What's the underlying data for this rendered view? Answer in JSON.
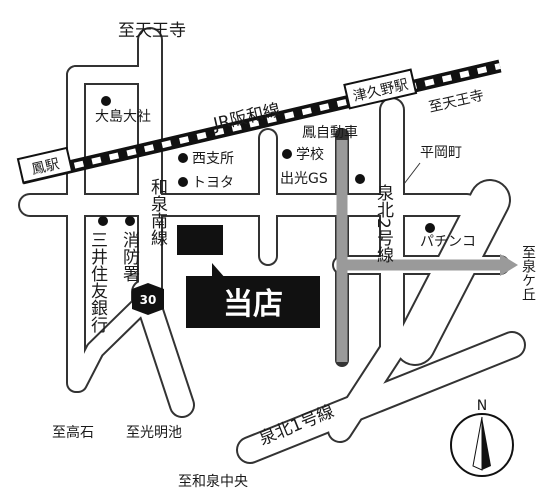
{
  "labels": {
    "top_destination": "至天王寺",
    "railway": "JR阪和線",
    "station_west": "鳳駅",
    "station_east": "津久野駅",
    "dest_east_rail": "至天王寺",
    "shrine": "大島大社",
    "nishishi": "西支所",
    "school": "学校",
    "toyota": "トヨタ",
    "dealer": "鳳自動車",
    "gas": "出光GS",
    "hiraokacho": "平岡町",
    "road_wasen_nan": "和泉南線",
    "road_senboku2": "泉北2号線",
    "road_senboku1": "泉北1号線",
    "bank": "三井住友銀行",
    "fire_station": "消防署",
    "route": "30",
    "pachinko": "パチンコ",
    "dest_izumigaoka": "至泉ケ丘",
    "shop": "当店",
    "dest_takaishi": "至高石",
    "dest_komyoike": "至光明池",
    "dest_izumichuo": "至和泉中央",
    "north": "N"
  },
  "colors": {
    "road_outline": "#333333",
    "road_fill": "#ffffff",
    "highway": "#9a9a9a",
    "rail": "#111111",
    "shop_bg": "#111111",
    "shop_text": "#ffffff"
  }
}
